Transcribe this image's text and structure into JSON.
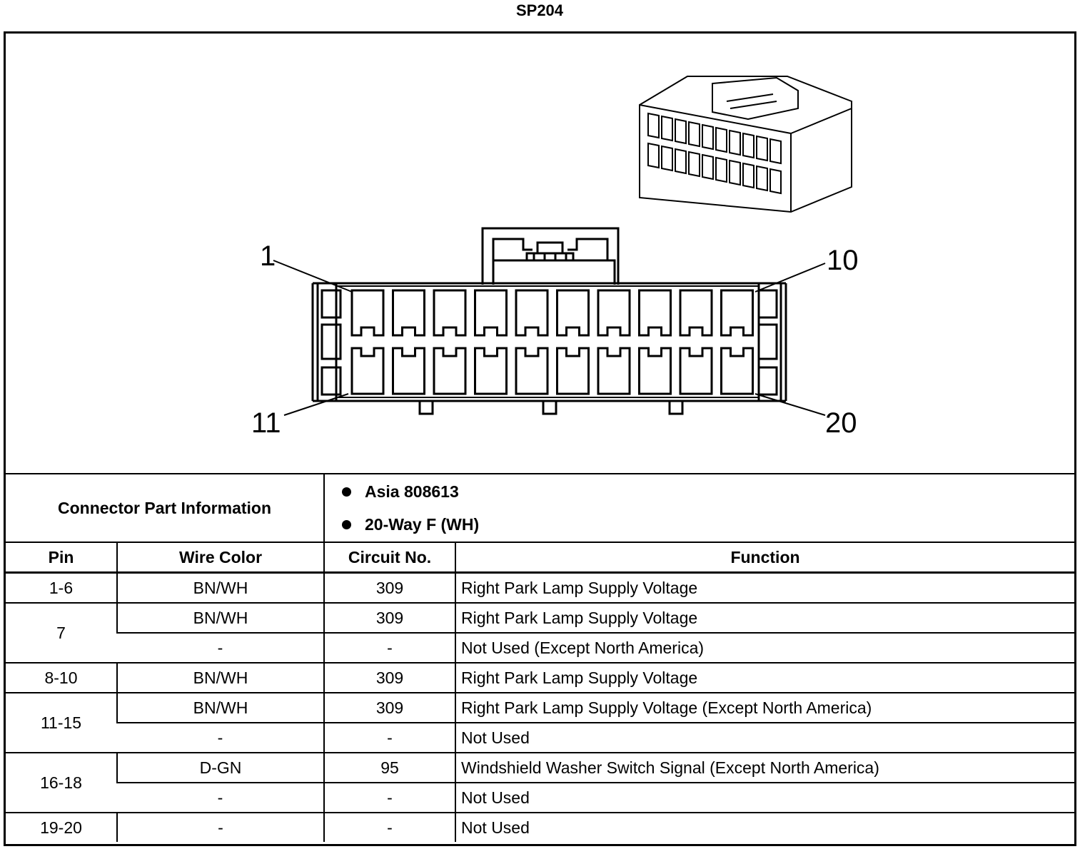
{
  "title": "SP204",
  "pin_labels": {
    "top_left": "1",
    "top_right": "10",
    "bottom_left": "11",
    "bottom_right": "20"
  },
  "connector_info": {
    "label": "Connector Part Information",
    "items": [
      "Asia 808613",
      "20-Way F (WH)"
    ]
  },
  "headers": {
    "pin": "Pin",
    "wire_color": "Wire Color",
    "circuit_no": "Circuit No.",
    "function": "Function"
  },
  "rows": [
    {
      "pin": "1-6",
      "wire_color": "BN/WH",
      "circuit": "309",
      "function": "Right Park Lamp Supply Voltage"
    },
    {
      "pin": "7",
      "wire_color": "BN/WH",
      "circuit": "309",
      "function": "Right Park Lamp Supply Voltage"
    },
    {
      "pin": "",
      "wire_color": "-",
      "circuit": "-",
      "function": "Not Used (Except North America)"
    },
    {
      "pin": "8-10",
      "wire_color": "BN/WH",
      "circuit": "309",
      "function": "Right Park Lamp Supply Voltage"
    },
    {
      "pin": "11-15",
      "wire_color": "BN/WH",
      "circuit": "309",
      "function": "Right Park Lamp Supply Voltage (Except North America)"
    },
    {
      "pin": "",
      "wire_color": "-",
      "circuit": "-",
      "function": "Not Used"
    },
    {
      "pin": "16-18",
      "wire_color": "D-GN",
      "circuit": "95",
      "function": "Windshield Washer Switch Signal (Except North America)"
    },
    {
      "pin": "",
      "wire_color": "-",
      "circuit": "-",
      "function": "Not Used"
    },
    {
      "pin": "19-20",
      "wire_color": "-",
      "circuit": "-",
      "function": "Not Used"
    }
  ]
}
